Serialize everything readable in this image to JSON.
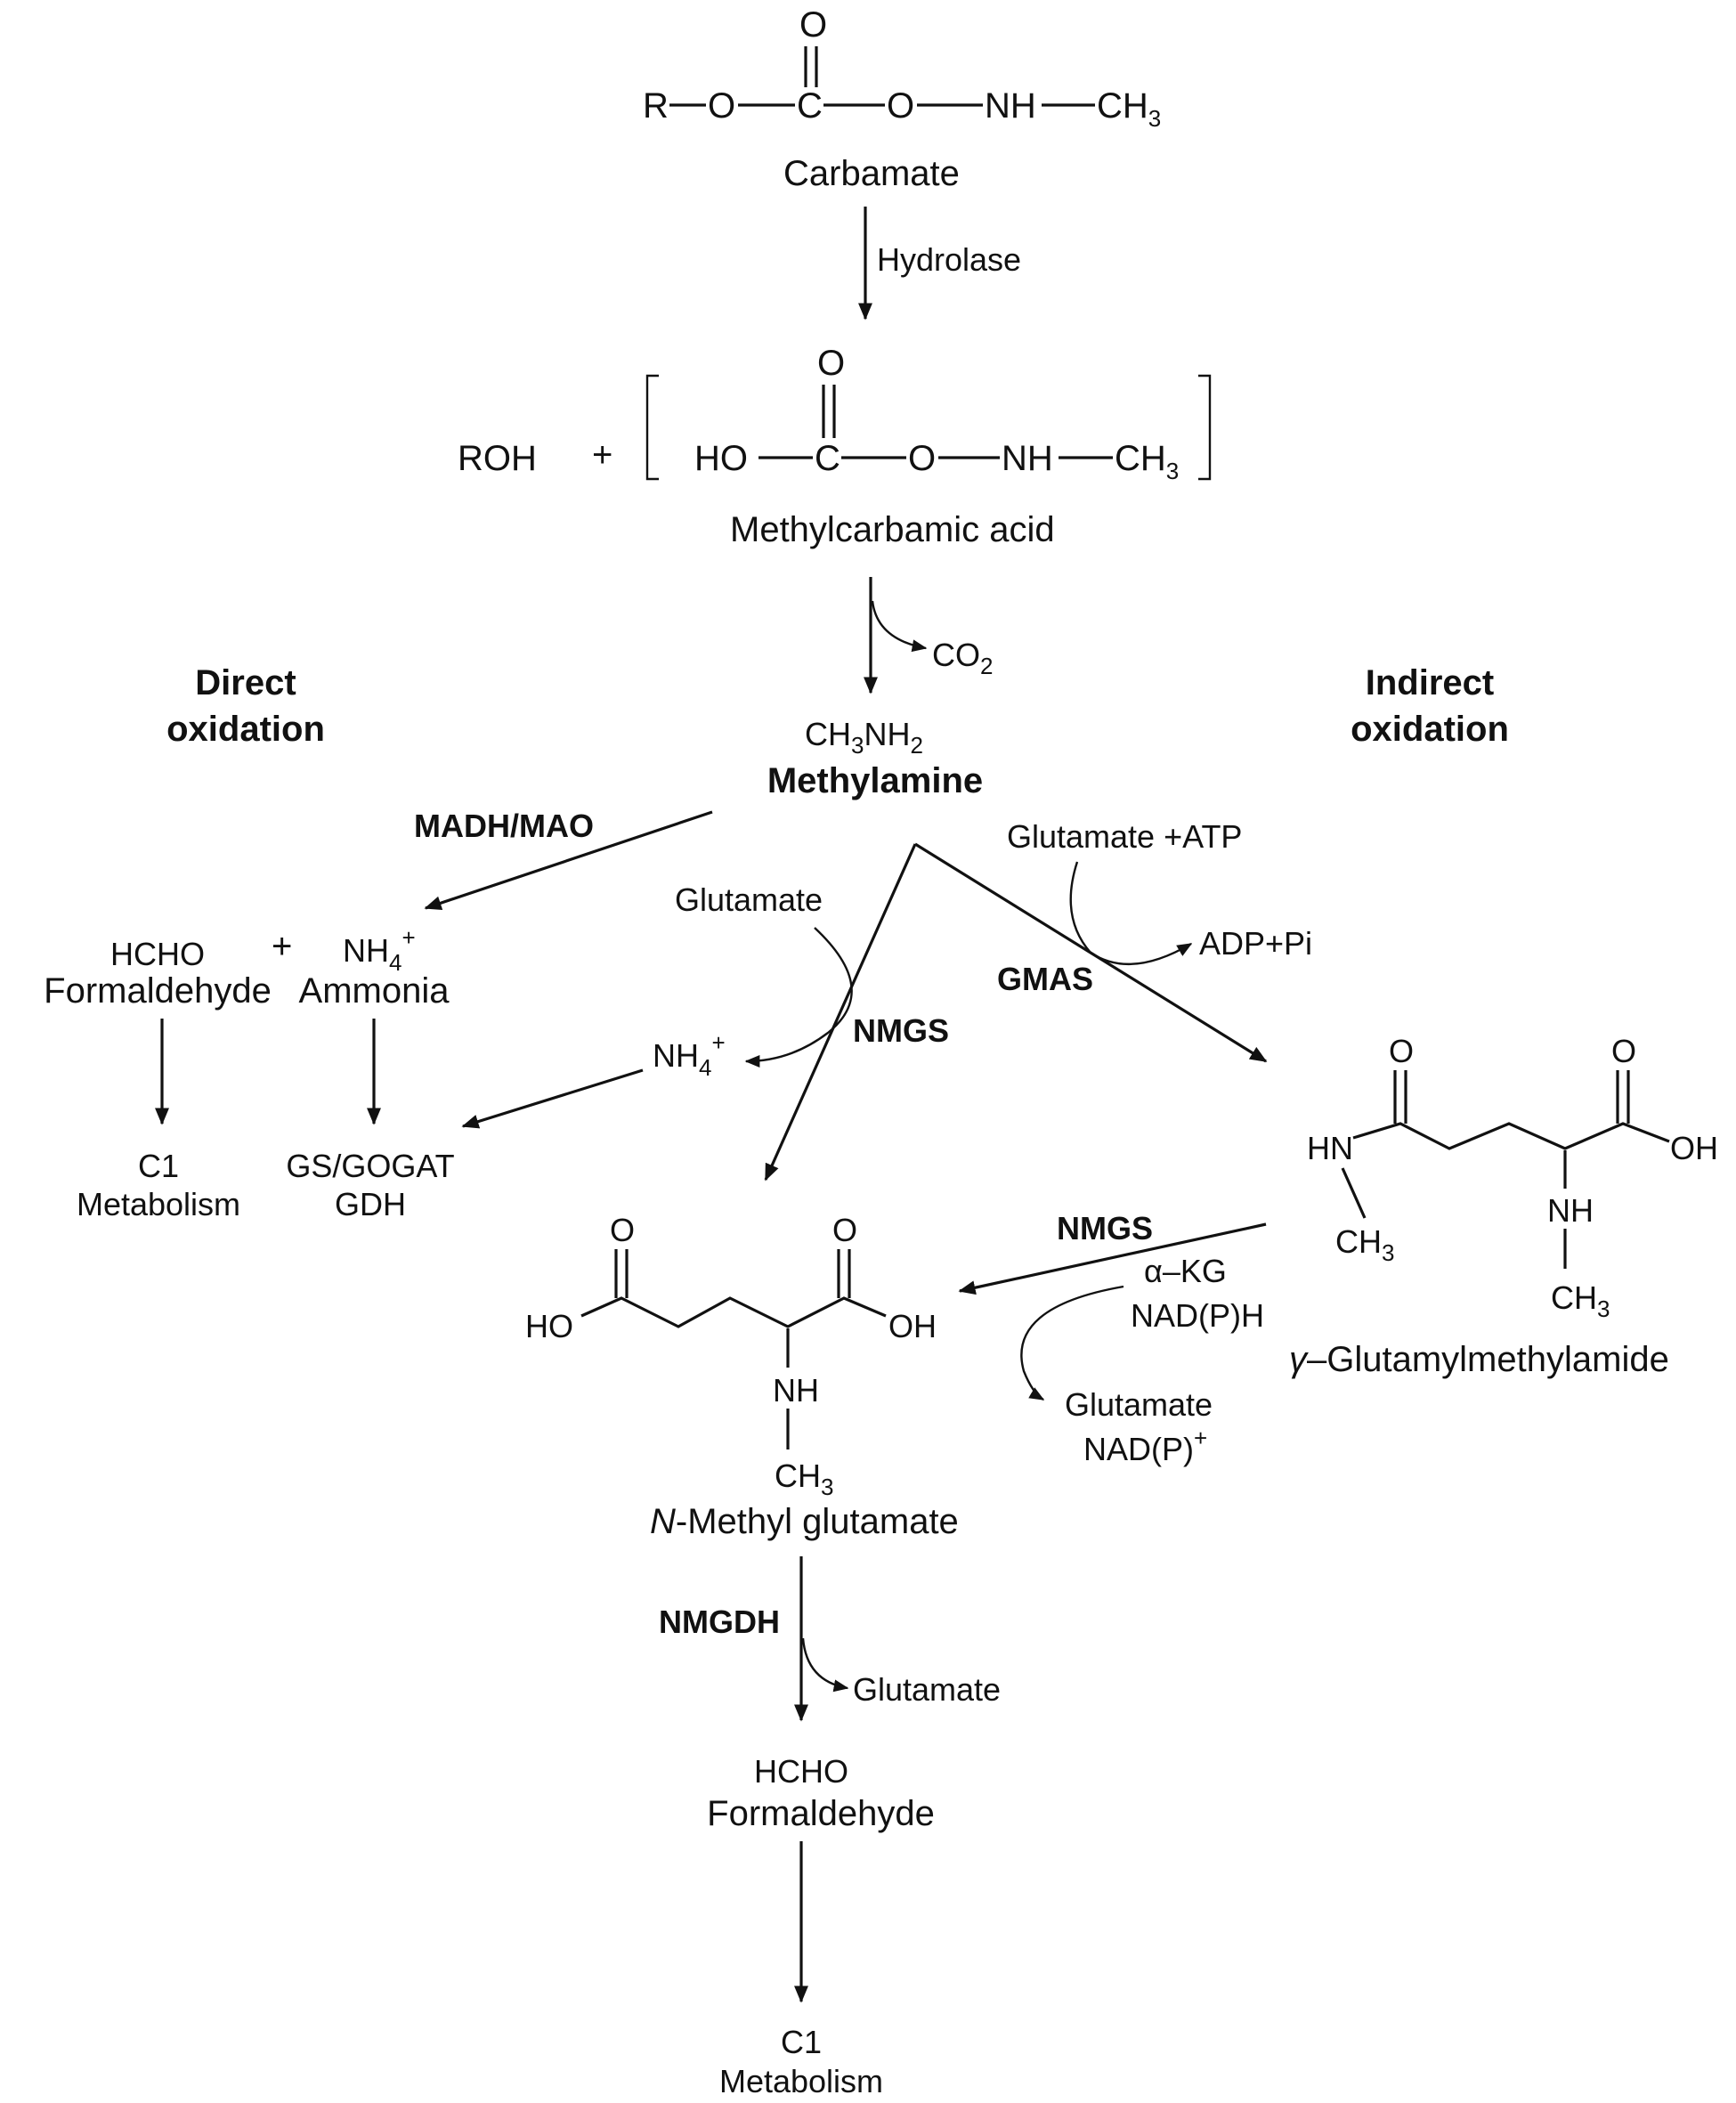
{
  "carbamate": {
    "r": "R",
    "o1": "O",
    "c": "C",
    "o_top": "O",
    "o2": "O",
    "nh": "NH",
    "ch": "CH",
    "ch_sub": "3",
    "name": "Carbamate"
  },
  "hydrolase": {
    "label": "Hydrolase"
  },
  "methylcarbamic": {
    "roh": "ROH",
    "plus": "+",
    "ho": "HO",
    "c": "C",
    "o_top": "O",
    "o2": "O",
    "nh": "NH",
    "ch": "CH",
    "ch_sub": "3",
    "name": "Methylcarbamic acid"
  },
  "co2": {
    "co": "CO",
    "sub": "2"
  },
  "headings": {
    "direct_line1": "Direct",
    "direct_line2": "oxidation",
    "indirect_line1": "Indirect",
    "indirect_line2": "oxidation"
  },
  "methylamine": {
    "ch": "CH",
    "sub3": "3",
    "nh": "NH",
    "sub2": "2",
    "name": "Methylamine"
  },
  "enzymes": {
    "madh_mao": "MADH/MAO",
    "gmas": "GMAS",
    "nmgs_center": "NMGS",
    "nmgs_right": "NMGS",
    "nmgdh": "NMGDH"
  },
  "direct": {
    "hcho": "HCHO",
    "formaldehyde": "Formaldehyde",
    "plus": "+",
    "nh": "NH",
    "nh_sub": "4",
    "nh_sup": "+",
    "ammonia": "Ammonia",
    "c1": "C1",
    "metabolism": "Metabolism",
    "gs_gogat": "GS/GOGAT",
    "gdh": "GDH"
  },
  "cofactors": {
    "glutamate_atp": "Glutamate +ATP",
    "adp_pi": "ADP+Pi",
    "glutamate_in": "Glutamate",
    "nh4": "NH",
    "nh4_sub": "4",
    "nh4_sup": "+",
    "akg": "α–KG",
    "nadph": "NAD(P)H",
    "glutamate_out": "Glutamate",
    "nadp": "NAD(P)",
    "nadp_sup": "+",
    "glutamate_nmgdh": "Glutamate"
  },
  "gamma": {
    "o_left": "O",
    "o_right": "O",
    "hn": "HN",
    "oh": "OH",
    "nh": "NH",
    "ch_left": "CH",
    "ch_left_sub": "3",
    "ch_right": "CH",
    "ch_right_sub": "3",
    "greek": "γ",
    "name": "–Glutamylmethylamide"
  },
  "nmethyl": {
    "o_left": "O",
    "o_right": "O",
    "ho": "HO",
    "oh": "OH",
    "nh": "NH",
    "ch": "CH",
    "ch_sub": "3",
    "n_italic": "N",
    "name": "-Methyl glutamate"
  },
  "final": {
    "hcho": "HCHO",
    "formaldehyde": "Formaldehyde",
    "c1": "C1",
    "metabolism": "Metabolism"
  }
}
